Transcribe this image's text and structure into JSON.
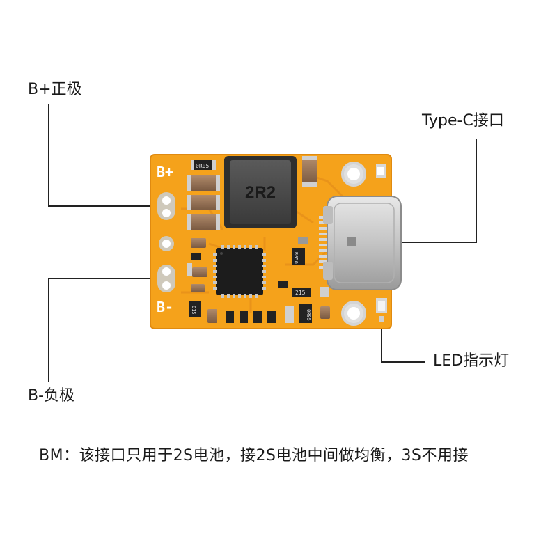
{
  "labels": {
    "b_plus": "B+正极",
    "type_c": "Type-C接口",
    "led": "LED指示灯",
    "b_minus": "B-负极"
  },
  "caption": "BM：该接口只用于2S电池，接2S电池中间做均衡，3S不用接",
  "silkscreen": {
    "b_plus": "B+",
    "b_minus": "B-",
    "inductor": "2R2",
    "r_top": "0R05",
    "r_mid": "R050",
    "r_215": "215",
    "r_015": "015",
    "r_bottom": "0R05"
  },
  "colors": {
    "pcb": "#F5A21B",
    "silk": "#ffffff",
    "pad": "#C9C4B8"
  }
}
